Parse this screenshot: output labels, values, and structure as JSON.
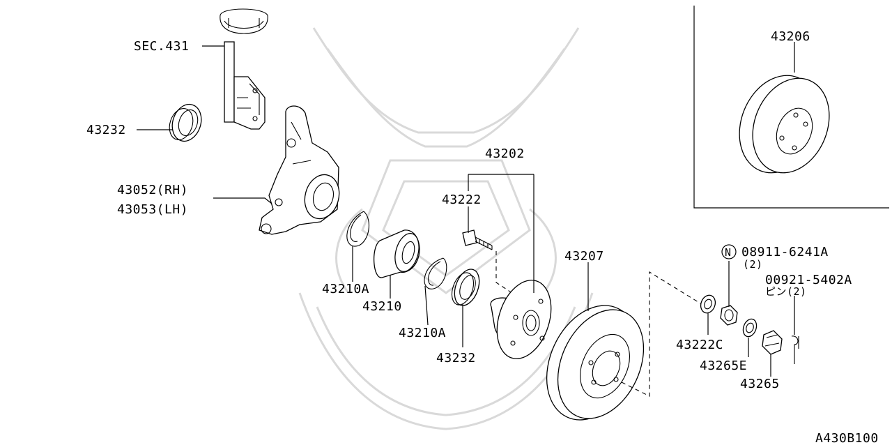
{
  "diagram_code": "A430B100",
  "labels": {
    "sec431": "SEC.431",
    "seal_top": "43232",
    "knuckle_rh": "43052(RH)",
    "knuckle_lh": "43053(LH)",
    "snap_ring_1": "43210A",
    "bearing": "43210",
    "snap_ring_2": "43210A",
    "seal_bottom": "43232",
    "hub_assembly": "43202",
    "hub_bolt": "43222",
    "rotor": "43207",
    "drum": "43206",
    "washer": "43222C",
    "nut_part": "08911-6241A",
    "nut_qty": "(2)",
    "nut_badge": "N",
    "pin_part": "00921-5402A",
    "pin_desc": "ピン(2)",
    "lock_washer": "43265E",
    "cap_nut": "43265"
  }
}
